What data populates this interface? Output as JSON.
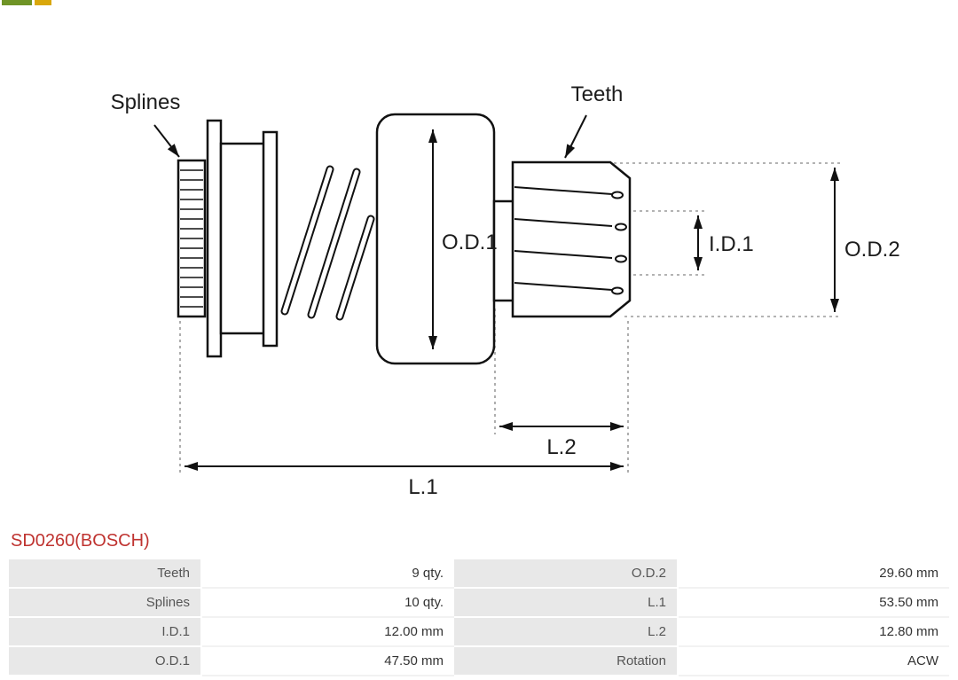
{
  "page": {
    "title": "SD0260(BOSCH)"
  },
  "colors": {
    "title_accent": "#bf3330",
    "table_label_bg": "#e8e8e8",
    "drawing_stroke": "#111111"
  },
  "diagram": {
    "labels": {
      "splines": "Splines",
      "teeth": "Teeth",
      "od1": "O.D.1",
      "id1": "I.D.1",
      "od2": "O.D.2",
      "l2": "L.2",
      "l1": "L.1"
    }
  },
  "specs": {
    "rows": [
      {
        "label1": "Teeth",
        "value1": "9 qty.",
        "label2": "O.D.2",
        "value2": "29.60 mm"
      },
      {
        "label1": "Splines",
        "value1": "10 qty.",
        "label2": "L.1",
        "value2": "53.50 mm"
      },
      {
        "label1": "I.D.1",
        "value1": "12.00 mm",
        "label2": "L.2",
        "value2": "12.80 mm"
      },
      {
        "label1": "O.D.1",
        "value1": "47.50 mm",
        "label2": "Rotation",
        "value2": "ACW"
      }
    ]
  }
}
